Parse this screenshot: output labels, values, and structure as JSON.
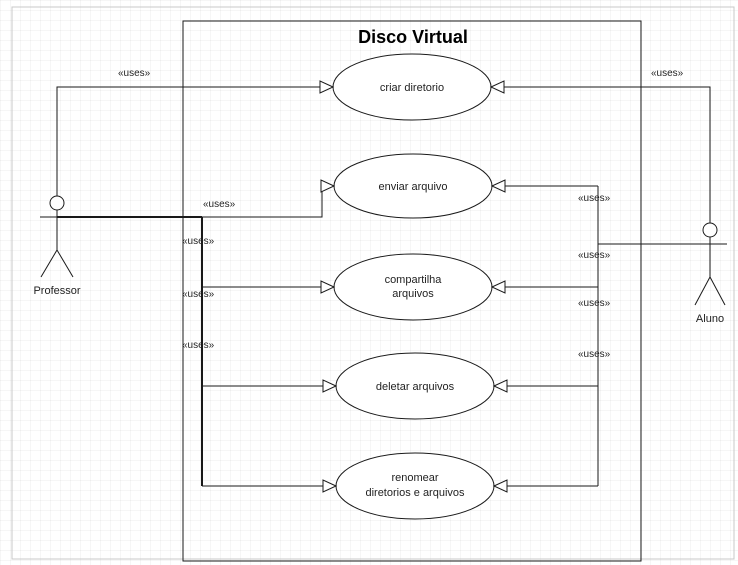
{
  "system": {
    "title": "Disco Virtual"
  },
  "actors": [
    {
      "id": "professor",
      "name": "Professor"
    },
    {
      "id": "aluno",
      "name": "Aluno"
    }
  ],
  "use_cases": [
    {
      "id": "criar",
      "lines": [
        "criar diretorio"
      ]
    },
    {
      "id": "enviar",
      "lines": [
        "enviar arquivo"
      ]
    },
    {
      "id": "compartilha",
      "lines": [
        "compartilha",
        "arquivos"
      ]
    },
    {
      "id": "deletar",
      "lines": [
        "deletar arquivos"
      ]
    },
    {
      "id": "renomear",
      "lines": [
        "renomear",
        "diretorios e arquivos"
      ]
    }
  ],
  "relations": [
    {
      "from": "professor",
      "to": "criar",
      "label": "«uses»"
    },
    {
      "from": "professor",
      "to": "enviar",
      "label": "«uses»"
    },
    {
      "from": "professor",
      "to": "compartilha",
      "label": "«uses»"
    },
    {
      "from": "professor",
      "to": "deletar",
      "label": "«uses»"
    },
    {
      "from": "professor",
      "to": "renomear",
      "label": "«uses»"
    },
    {
      "from": "aluno",
      "to": "criar",
      "label": "«uses»"
    },
    {
      "from": "aluno",
      "to": "enviar",
      "label": "«uses»"
    },
    {
      "from": "aluno",
      "to": "compartilha",
      "label": "«uses»"
    },
    {
      "from": "aluno",
      "to": "deletar",
      "label": "«uses»"
    },
    {
      "from": "aluno",
      "to": "renomear",
      "label": "«uses»"
    }
  ],
  "colors": {
    "line": "#1a1a1a",
    "background": "#ffffff"
  }
}
